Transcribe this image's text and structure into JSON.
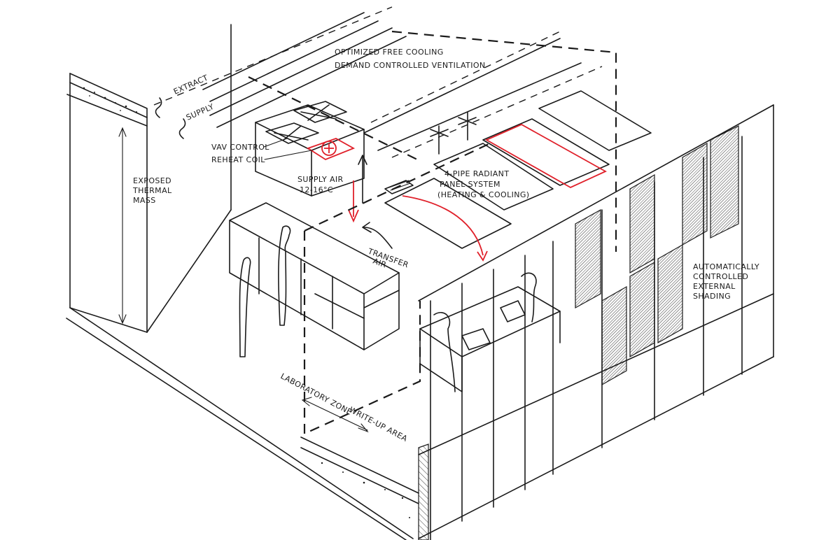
{
  "labels": {
    "optimized_free_cooling": "OPTIMIZED FREE COOLING",
    "demand_controlled_ventilation": "DEMAND CONTROLLED VENTILATION",
    "extract": "EXTRACT",
    "supply": "SUPPLY",
    "vav_control": "VAV CONTROL",
    "reheat_coil": "REHEAT COIL",
    "supply_air_line1": "SUPPLY AIR",
    "supply_air_line2": "12-16°C",
    "radiant_line1": "4-PIPE RADIANT",
    "radiant_line2": "PANEL SYSTEM",
    "radiant_line3": "(HEATING & COOLING)",
    "exposed_line1": "EXPOSED",
    "exposed_line2": "THERMAL",
    "exposed_line3": "MASS",
    "transfer_line1": "TRANSFER",
    "transfer_line2": "AIR",
    "shading_line1": "AUTOMATICALLY",
    "shading_line2": "CONTROLLED",
    "shading_line3": "EXTERNAL",
    "shading_line4": "SHADING",
    "laboratory_zone": "LABORATORY ZONE",
    "write_up_area": "WRITE-UP AREA"
  },
  "colors": {
    "ink": "#1a1a1a",
    "accent_red": "#e0202a",
    "background": "#ffffff"
  }
}
